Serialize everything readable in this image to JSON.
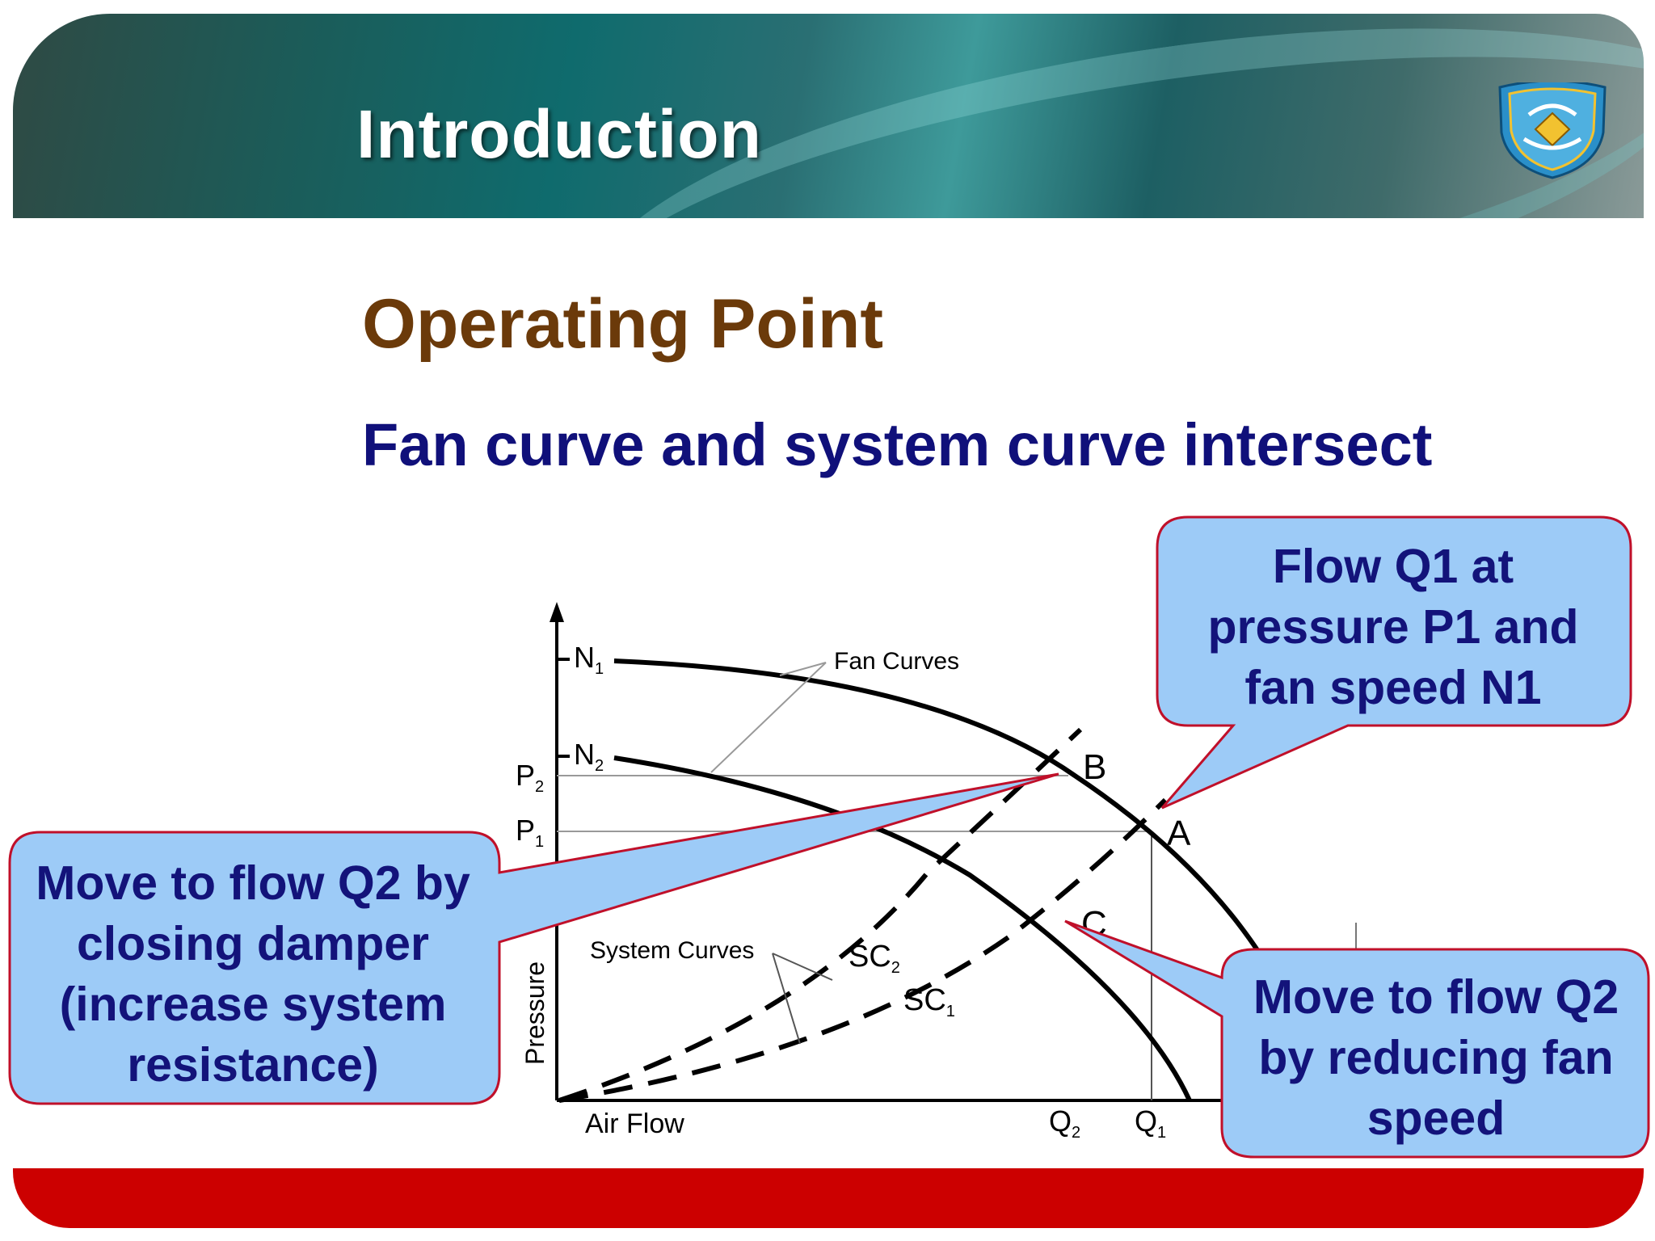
{
  "header": {
    "title": "Introduction"
  },
  "slide": {
    "title": "Operating Point",
    "subtitle": "Fan curve and system curve intersect"
  },
  "diagram": {
    "y_axis_label": "Pressure",
    "x_axis_label": "Air Flow",
    "fan_curves_label": "Fan Curves",
    "system_curves_label": "System Curves",
    "fan_speed_labels": [
      {
        "base": "N",
        "sub": "1"
      },
      {
        "base": "N",
        "sub": "2"
      }
    ],
    "pressure_labels": [
      {
        "base": "P",
        "sub": "2"
      },
      {
        "base": "P",
        "sub": "1"
      }
    ],
    "flow_labels": [
      {
        "base": "Q",
        "sub": "2"
      },
      {
        "base": "Q",
        "sub": "1"
      }
    ],
    "system_curve_labels": [
      {
        "base": "SC",
        "sub": "2"
      },
      {
        "base": "SC",
        "sub": "1"
      }
    ],
    "points": [
      "A",
      "B",
      "C"
    ]
  },
  "callouts": {
    "top_right": [
      "Flow Q1 at",
      "pressure P1 and",
      "fan speed N1"
    ],
    "left": [
      "Move to flow Q2 by",
      "closing damper",
      "(increase system",
      "resistance)"
    ],
    "bottom_right": [
      "Move to flow Q2",
      "by reducing fan",
      "speed"
    ]
  },
  "colors": {
    "callout_fill": "#9dcbf7",
    "callout_border": "#c0102a",
    "footer": "#cc0000",
    "title_brown": "#6b3a0a",
    "subtitle_navy": "#10107a"
  }
}
